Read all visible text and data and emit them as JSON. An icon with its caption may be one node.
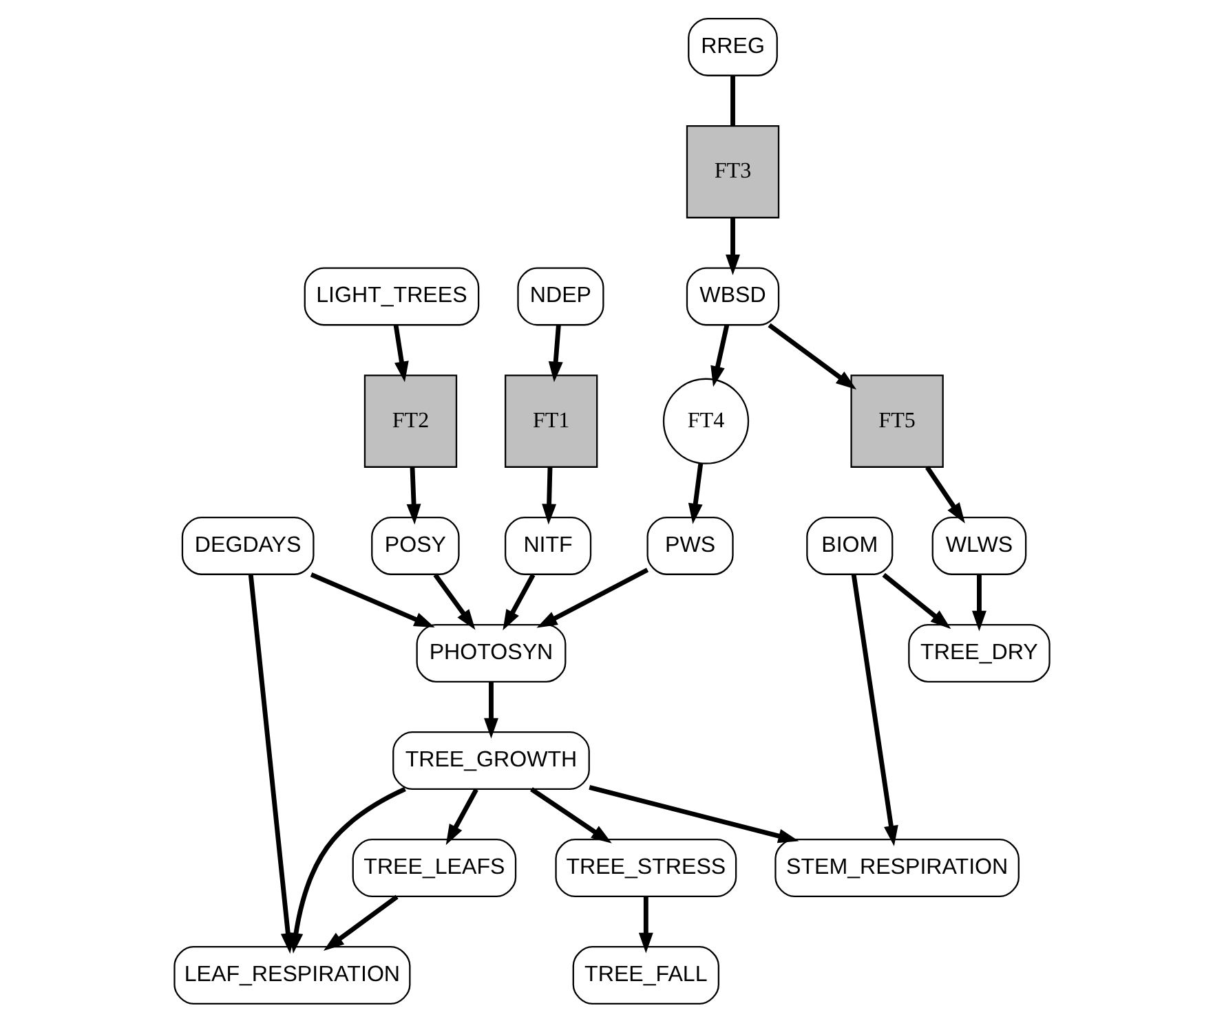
{
  "diagram": {
    "nodes": [
      {
        "text": [
          "FT1"
        ]
      },
      {
        "text": [
          "LIGHT_TREES"
        ]
      },
      {
        "text": [
          "FT2"
        ]
      },
      {
        "text": [
          "NDEP"
        ]
      },
      {
        "text": [
          "POSY"
        ]
      },
      {
        "text": [
          "NITF"
        ]
      },
      {
        "text": [
          "FT4"
        ]
      },
      {
        "text": [
          "PWS"
        ]
      },
      {
        "text": [
          "PHOTOSYN"
        ]
      },
      {
        "text": [
          "DEGDAYS"
        ]
      },
      {
        "text": [
          "WBSD"
        ]
      },
      {
        "text": [
          "TREE_GROWTH"
        ]
      },
      {
        "text": [
          "FT3"
        ]
      },
      {
        "text": [
          "FT5"
        ]
      },
      {
        "text": [
          "LEAF_RESPIRATION"
        ]
      },
      {
        "text": [
          "STEM_RESPIRATION"
        ]
      },
      {
        "text": [
          "TREE_STRESS"
        ]
      },
      {
        "text": [
          "RREG"
        ]
      },
      {
        "text": [
          "TREE_LEAFS"
        ]
      },
      {
        "text": [
          "TREE_FALL"
        ]
      },
      {
        "text": [
          "WLWS"
        ]
      },
      {
        "text": [
          "TREE_DRY"
        ]
      },
      {
        "text": [
          "BIOM"
        ]
      }
    ],
    "edges": [
      {
        "from": 1,
        "to": 2,
        "arrow": "to"
      },
      {
        "from": 3,
        "to": 0,
        "arrow": "to"
      },
      {
        "from": 2,
        "to": 4,
        "arrow": "to"
      },
      {
        "from": 0,
        "to": 5,
        "arrow": "to"
      },
      {
        "from": 4,
        "to": 8,
        "arrow": "to"
      },
      {
        "from": 5,
        "to": 8,
        "arrow": "to"
      },
      {
        "from": 6,
        "to": 7,
        "arrow": "to"
      },
      {
        "from": 7,
        "to": 8,
        "arrow": "to"
      },
      {
        "from": 9,
        "to": 8,
        "arrow": "to"
      },
      {
        "from": 10,
        "to": 6,
        "arrow": "to"
      },
      {
        "from": 8,
        "to": 11,
        "arrow": "to"
      },
      {
        "from": 9,
        "to": 14,
        "arrow": "to"
      },
      {
        "from": 12,
        "to": 10,
        "arrow": "to"
      },
      {
        "from": 10,
        "to": 13,
        "arrow": "to"
      },
      {
        "from": 11,
        "to": 14,
        "arrow": "to"
      },
      {
        "from": 11,
        "to": 15,
        "arrow": "to"
      },
      {
        "from": 11,
        "to": 18,
        "arrow": "to"
      },
      {
        "from": 11,
        "to": 16,
        "arrow": "to"
      },
      {
        "from": 17,
        "to": 12,
        "arrow": "none"
      },
      {
        "from": 16,
        "to": 19,
        "arrow": "to"
      },
      {
        "from": 18,
        "to": 14,
        "arrow": "to"
      },
      {
        "from": 22,
        "to": 15,
        "arrow": "to"
      },
      {
        "from": 13,
        "to": 20,
        "arrow": "to"
      },
      {
        "from": 20,
        "to": 21,
        "arrow": "to"
      },
      {
        "from": 22,
        "to": 21,
        "arrow": "to"
      }
    ]
  }
}
